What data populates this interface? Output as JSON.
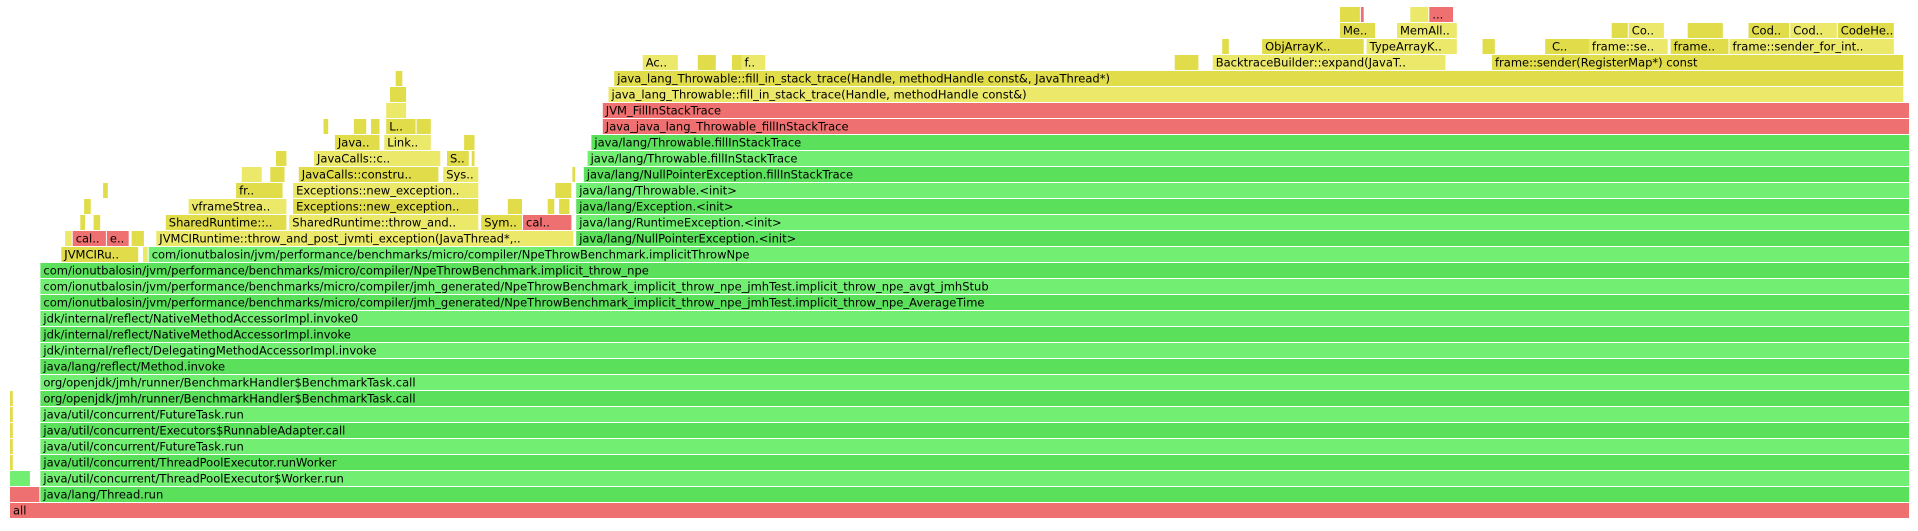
{
  "chart_data": {
    "type": "flamegraph",
    "x_unit": "fraction of total samples",
    "colors": {
      "java": "#5be05b",
      "java_light": "#72ee72",
      "native": "#e0dc4a",
      "native_light": "#ebe86a",
      "kernel": "#ee7070"
    },
    "frames": [
      {
        "level": 0,
        "start": 0.0,
        "end": 1.0,
        "label": "all",
        "kind": "kernel"
      },
      {
        "level": 1,
        "start": 0.0,
        "end": 0.016,
        "label": "",
        "kind": "kernel"
      },
      {
        "level": 1,
        "start": 0.016,
        "end": 1.0,
        "label": "java/lang/Thread.run",
        "kind": "java"
      },
      {
        "level": 2,
        "start": 0.0,
        "end": 0.011,
        "label": "",
        "kind": "java_light"
      },
      {
        "level": 2,
        "start": 0.016,
        "end": 1.0,
        "label": "java/util/concurrent/ThreadPoolExecutor$Worker.run",
        "kind": "java_light"
      },
      {
        "level": 3,
        "start": 0.0,
        "end": 0.002,
        "label": "",
        "kind": "native"
      },
      {
        "level": 3,
        "start": 0.016,
        "end": 1.0,
        "label": "java/util/concurrent/ThreadPoolExecutor.runWorker",
        "kind": "java"
      },
      {
        "level": 4,
        "start": 0.0,
        "end": 0.002,
        "label": "",
        "kind": "native"
      },
      {
        "level": 4,
        "start": 0.016,
        "end": 1.0,
        "label": "java/util/concurrent/FutureTask.run",
        "kind": "java_light"
      },
      {
        "level": 5,
        "start": 0.0,
        "end": 0.002,
        "label": "",
        "kind": "native"
      },
      {
        "level": 5,
        "start": 0.016,
        "end": 1.0,
        "label": "java/util/concurrent/Executors$RunnableAdapter.call",
        "kind": "java"
      },
      {
        "level": 6,
        "start": 0.0,
        "end": 0.002,
        "label": "",
        "kind": "native"
      },
      {
        "level": 6,
        "start": 0.016,
        "end": 1.0,
        "label": "java/util/concurrent/FutureTask.run",
        "kind": "java_light"
      },
      {
        "level": 7,
        "start": 0.0,
        "end": 0.002,
        "label": "",
        "kind": "native"
      },
      {
        "level": 7,
        "start": 0.016,
        "end": 1.0,
        "label": "org/openjdk/jmh/runner/BenchmarkHandler$BenchmarkTask.call",
        "kind": "java"
      },
      {
        "level": 8,
        "start": 0.016,
        "end": 1.0,
        "label": "org/openjdk/jmh/runner/BenchmarkHandler$BenchmarkTask.call",
        "kind": "java_light"
      },
      {
        "level": 9,
        "start": 0.016,
        "end": 1.0,
        "label": "java/lang/reflect/Method.invoke",
        "kind": "java"
      },
      {
        "level": 10,
        "start": 0.016,
        "end": 1.0,
        "label": "jdk/internal/reflect/DelegatingMethodAccessorImpl.invoke",
        "kind": "java_light"
      },
      {
        "level": 11,
        "start": 0.016,
        "end": 1.0,
        "label": "jdk/internal/reflect/NativeMethodAccessorImpl.invoke",
        "kind": "java"
      },
      {
        "level": 12,
        "start": 0.016,
        "end": 1.0,
        "label": "jdk/internal/reflect/NativeMethodAccessorImpl.invoke0",
        "kind": "java_light"
      },
      {
        "level": 13,
        "start": 0.016,
        "end": 1.0,
        "label": "com/ionutbalosin/jvm/performance/benchmarks/micro/compiler/jmh_generated/NpeThrowBenchmark_implicit_throw_npe_jmhTest.implicit_throw_npe_AverageTime",
        "kind": "java"
      },
      {
        "level": 14,
        "start": 0.016,
        "end": 1.0,
        "label": "com/ionutbalosin/jvm/performance/benchmarks/micro/compiler/jmh_generated/NpeThrowBenchmark_implicit_throw_npe_jmhTest.implicit_throw_npe_avgt_jmhStub",
        "kind": "java_light"
      },
      {
        "level": 15,
        "start": 0.016,
        "end": 1.0,
        "label": "com/ionutbalosin/jvm/performance/benchmarks/micro/compiler/NpeThrowBenchmark.implicit_throw_npe",
        "kind": "java"
      },
      {
        "level": 16,
        "start": 0.027,
        "end": 0.068,
        "label": "JVMCIRu..",
        "kind": "native"
      },
      {
        "level": 16,
        "start": 0.07,
        "end": 0.073,
        "label": "",
        "kind": "native_light"
      },
      {
        "level": 16,
        "start": 0.073,
        "end": 1.0,
        "label": "com/ionutbalosin/jvm/performance/benchmarks/micro/compiler/NpeThrowBenchmark.implicitThrowNpe",
        "kind": "java_light"
      },
      {
        "level": 17,
        "start": 0.029,
        "end": 0.033,
        "label": "",
        "kind": "native_light"
      },
      {
        "level": 17,
        "start": 0.033,
        "end": 0.051,
        "label": "cal..",
        "kind": "kernel"
      },
      {
        "level": 17,
        "start": 0.051,
        "end": 0.063,
        "label": "e..",
        "kind": "kernel"
      },
      {
        "level": 17,
        "start": 0.064,
        "end": 0.071,
        "label": "",
        "kind": "native"
      },
      {
        "level": 17,
        "start": 0.077,
        "end": 0.297,
        "label": "JVMCIRuntime::throw_and_post_jvmti_exception(JavaThread*,..",
        "kind": "native_light"
      },
      {
        "level": 17,
        "start": 0.298,
        "end": 1.0,
        "label": "java/lang/NullPointerException.<init>",
        "kind": "java"
      },
      {
        "level": 18,
        "start": 0.037,
        "end": 0.04,
        "label": "",
        "kind": "native"
      },
      {
        "level": 18,
        "start": 0.044,
        "end": 0.048,
        "label": "",
        "kind": "native"
      },
      {
        "level": 18,
        "start": 0.082,
        "end": 0.146,
        "label": "SharedRuntime::..",
        "kind": "native"
      },
      {
        "level": 18,
        "start": 0.147,
        "end": 0.247,
        "label": "SharedRuntime::throw_and..",
        "kind": "native_light"
      },
      {
        "level": 18,
        "start": 0.248,
        "end": 0.27,
        "label": "Sym..",
        "kind": "native"
      },
      {
        "level": 18,
        "start": 0.27,
        "end": 0.296,
        "label": "cal..",
        "kind": "kernel"
      },
      {
        "level": 18,
        "start": 0.298,
        "end": 1.0,
        "label": "java/lang/RuntimeException.<init>",
        "kind": "java_light"
      },
      {
        "level": 19,
        "start": 0.039,
        "end": 0.043,
        "label": "",
        "kind": "native"
      },
      {
        "level": 19,
        "start": 0.094,
        "end": 0.146,
        "label": "vframeStrea..",
        "kind": "native_light"
      },
      {
        "level": 19,
        "start": 0.149,
        "end": 0.247,
        "label": "Exceptions::new_exception..",
        "kind": "native"
      },
      {
        "level": 19,
        "start": 0.262,
        "end": 0.27,
        "label": "",
        "kind": "native"
      },
      {
        "level": 19,
        "start": 0.283,
        "end": 0.287,
        "label": "",
        "kind": "native"
      },
      {
        "level": 19,
        "start": 0.289,
        "end": 0.295,
        "label": "",
        "kind": "native"
      },
      {
        "level": 19,
        "start": 0.298,
        "end": 1.0,
        "label": "java/lang/Exception.<init>",
        "kind": "java"
      },
      {
        "level": 20,
        "start": 0.049,
        "end": 0.052,
        "label": "",
        "kind": "native"
      },
      {
        "level": 20,
        "start": 0.119,
        "end": 0.144,
        "label": "fr..",
        "kind": "native"
      },
      {
        "level": 20,
        "start": 0.149,
        "end": 0.247,
        "label": "Exceptions::new_exception..",
        "kind": "native_light"
      },
      {
        "level": 20,
        "start": 0.287,
        "end": 0.296,
        "label": "",
        "kind": "native"
      },
      {
        "level": 20,
        "start": 0.298,
        "end": 1.0,
        "label": "java/lang/Throwable.<init>",
        "kind": "java_light"
      },
      {
        "level": 21,
        "start": 0.122,
        "end": 0.133,
        "label": "",
        "kind": "native_light"
      },
      {
        "level": 21,
        "start": 0.137,
        "end": 0.145,
        "label": "",
        "kind": "native"
      },
      {
        "level": 21,
        "start": 0.152,
        "end": 0.226,
        "label": "JavaCalls::constru..",
        "kind": "native"
      },
      {
        "level": 21,
        "start": 0.228,
        "end": 0.247,
        "label": "Sys..",
        "kind": "native_light"
      },
      {
        "level": 21,
        "start": 0.296,
        "end": 0.298,
        "label": "",
        "kind": "native"
      },
      {
        "level": 21,
        "start": 0.302,
        "end": 1.0,
        "label": "java/lang/NullPointerException.fillInStackTrace",
        "kind": "java"
      },
      {
        "level": 22,
        "start": 0.14,
        "end": 0.146,
        "label": "",
        "kind": "native"
      },
      {
        "level": 22,
        "start": 0.16,
        "end": 0.227,
        "label": "JavaCalls::c..",
        "kind": "native_light"
      },
      {
        "level": 22,
        "start": 0.23,
        "end": 0.242,
        "label": "S..",
        "kind": "native"
      },
      {
        "level": 22,
        "start": 0.243,
        "end": 0.245,
        "label": "",
        "kind": "native"
      },
      {
        "level": 22,
        "start": 0.304,
        "end": 1.0,
        "label": "java/lang/Throwable.fillInStackTrace",
        "kind": "java_light"
      },
      {
        "level": 23,
        "start": 0.171,
        "end": 0.195,
        "label": "Java..",
        "kind": "native"
      },
      {
        "level": 23,
        "start": 0.197,
        "end": 0.222,
        "label": "Link..",
        "kind": "native_light"
      },
      {
        "level": 23,
        "start": 0.239,
        "end": 0.245,
        "label": "",
        "kind": "native"
      },
      {
        "level": 23,
        "start": 0.306,
        "end": 1.0,
        "label": "java/lang/Throwable.fillInStackTrace",
        "kind": "java"
      },
      {
        "level": 24,
        "start": 0.165,
        "end": 0.168,
        "label": "",
        "kind": "native"
      },
      {
        "level": 24,
        "start": 0.181,
        "end": 0.188,
        "label": "",
        "kind": "native"
      },
      {
        "level": 24,
        "start": 0.19,
        "end": 0.195,
        "label": "",
        "kind": "native"
      },
      {
        "level": 24,
        "start": 0.198,
        "end": 0.214,
        "label": "L..",
        "kind": "native"
      },
      {
        "level": 24,
        "start": 0.214,
        "end": 0.222,
        "label": "",
        "kind": "native"
      },
      {
        "level": 24,
        "start": 0.312,
        "end": 1.0,
        "label": "Java_java_lang_Throwable_fillInStackTrace",
        "kind": "kernel"
      },
      {
        "level": 25,
        "start": 0.198,
        "end": 0.209,
        "label": "",
        "kind": "native_light"
      },
      {
        "level": 25,
        "start": 0.312,
        "end": 1.0,
        "label": "JVM_FillInStackTrace",
        "kind": "kernel"
      },
      {
        "level": 26,
        "start": 0.2,
        "end": 0.209,
        "label": "",
        "kind": "native"
      },
      {
        "level": 26,
        "start": 0.315,
        "end": 0.997,
        "label": "java_lang_Throwable::fill_in_stack_trace(Handle, methodHandle const&)",
        "kind": "native_light"
      },
      {
        "level": 27,
        "start": 0.203,
        "end": 0.207,
        "label": "",
        "kind": "native"
      },
      {
        "level": 27,
        "start": 0.318,
        "end": 0.997,
        "label": "java_lang_Throwable::fill_in_stack_trace(Handle, methodHandle const&, JavaThread*)",
        "kind": "native"
      },
      {
        "level": 28,
        "start": 0.333,
        "end": 0.352,
        "label": "Ac..",
        "kind": "native_light"
      },
      {
        "level": 28,
        "start": 0.362,
        "end": 0.372,
        "label": "",
        "kind": "native"
      },
      {
        "level": 28,
        "start": 0.38,
        "end": 0.395,
        "label": "",
        "kind": "native"
      },
      {
        "level": 28,
        "start": 0.385,
        "end": 0.398,
        "label": "f..",
        "kind": "native_light"
      },
      {
        "level": 28,
        "start": 0.613,
        "end": 0.626,
        "label": "",
        "kind": "native"
      },
      {
        "level": 28,
        "start": 0.633,
        "end": 0.756,
        "label": "BacktraceBuilder::expand(JavaT..",
        "kind": "native_light"
      },
      {
        "level": 28,
        "start": 0.78,
        "end": 0.997,
        "label": "frame::sender(RegisterMap*) const",
        "kind": "native"
      },
      {
        "level": 29,
        "start": 0.638,
        "end": 0.642,
        "label": "",
        "kind": "native"
      },
      {
        "level": 29,
        "start": 0.659,
        "end": 0.713,
        "label": "ObjArrayK..",
        "kind": "native"
      },
      {
        "level": 29,
        "start": 0.714,
        "end": 0.762,
        "label": "TypeArrayK..",
        "kind": "native_light"
      },
      {
        "level": 29,
        "start": 0.775,
        "end": 0.782,
        "label": "",
        "kind": "native"
      },
      {
        "level": 29,
        "start": 0.808,
        "end": 0.816,
        "label": "",
        "kind": "native"
      },
      {
        "level": 29,
        "start": 0.81,
        "end": 0.832,
        "label": "C..",
        "kind": "native"
      },
      {
        "level": 29,
        "start": 0.831,
        "end": 0.873,
        "label": "frame::se..",
        "kind": "native_light"
      },
      {
        "level": 29,
        "start": 0.874,
        "end": 0.905,
        "label": "frame..",
        "kind": "native"
      },
      {
        "level": 29,
        "start": 0.905,
        "end": 0.992,
        "label": "frame::sender_for_int..",
        "kind": "native_light"
      },
      {
        "level": 30,
        "start": 0.7,
        "end": 0.719,
        "label": "Me..",
        "kind": "native"
      },
      {
        "level": 30,
        "start": 0.73,
        "end": 0.762,
        "label": "MemAll..",
        "kind": "native_light"
      },
      {
        "level": 30,
        "start": 0.843,
        "end": 0.852,
        "label": "",
        "kind": "native"
      },
      {
        "level": 30,
        "start": 0.852,
        "end": 0.871,
        "label": "Co..",
        "kind": "native_light"
      },
      {
        "level": 30,
        "start": 0.883,
        "end": 0.902,
        "label": "",
        "kind": "native"
      },
      {
        "level": 30,
        "start": 0.915,
        "end": 0.937,
        "label": "Cod..",
        "kind": "native"
      },
      {
        "level": 30,
        "start": 0.937,
        "end": 0.962,
        "label": "Cod..",
        "kind": "native_light"
      },
      {
        "level": 30,
        "start": 0.962,
        "end": 0.992,
        "label": "CodeHe..",
        "kind": "native"
      },
      {
        "level": 31,
        "start": 0.7,
        "end": 0.711,
        "label": "",
        "kind": "native"
      },
      {
        "level": 31,
        "start": 0.711,
        "end": 0.713,
        "label": "",
        "kind": "kernel"
      },
      {
        "level": 31,
        "start": 0.737,
        "end": 0.747,
        "label": "",
        "kind": "native_light"
      },
      {
        "level": 31,
        "start": 0.747,
        "end": 0.76,
        "label": "...",
        "kind": "kernel"
      }
    ]
  }
}
